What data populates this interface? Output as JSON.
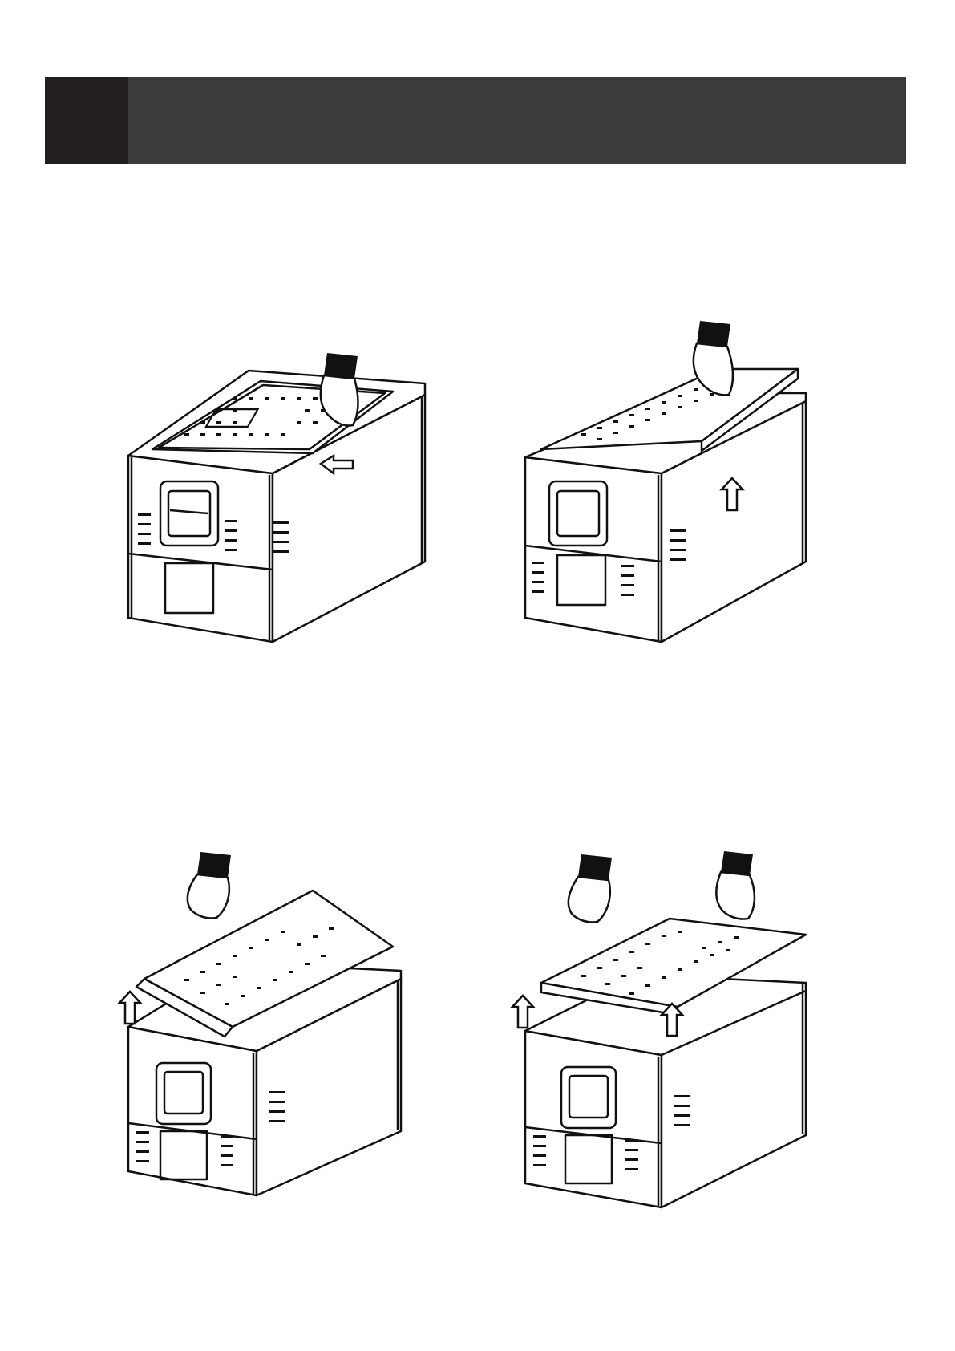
{
  "header": {
    "step_number": "",
    "title": ""
  },
  "figures": [
    {
      "name": "unlock-latch",
      "arrow": "left-arrow-icon"
    },
    {
      "name": "lift-lid-open",
      "arrow": "up-arrow-icon"
    },
    {
      "name": "lift-lid-side",
      "arrow": "up-arrow-icon"
    },
    {
      "name": "remove-lid",
      "arrow": "up-arrow-icon"
    }
  ],
  "colors": {
    "header_bar": "#3c3a3b",
    "header_tab": "#231f20",
    "line": "#111111"
  }
}
